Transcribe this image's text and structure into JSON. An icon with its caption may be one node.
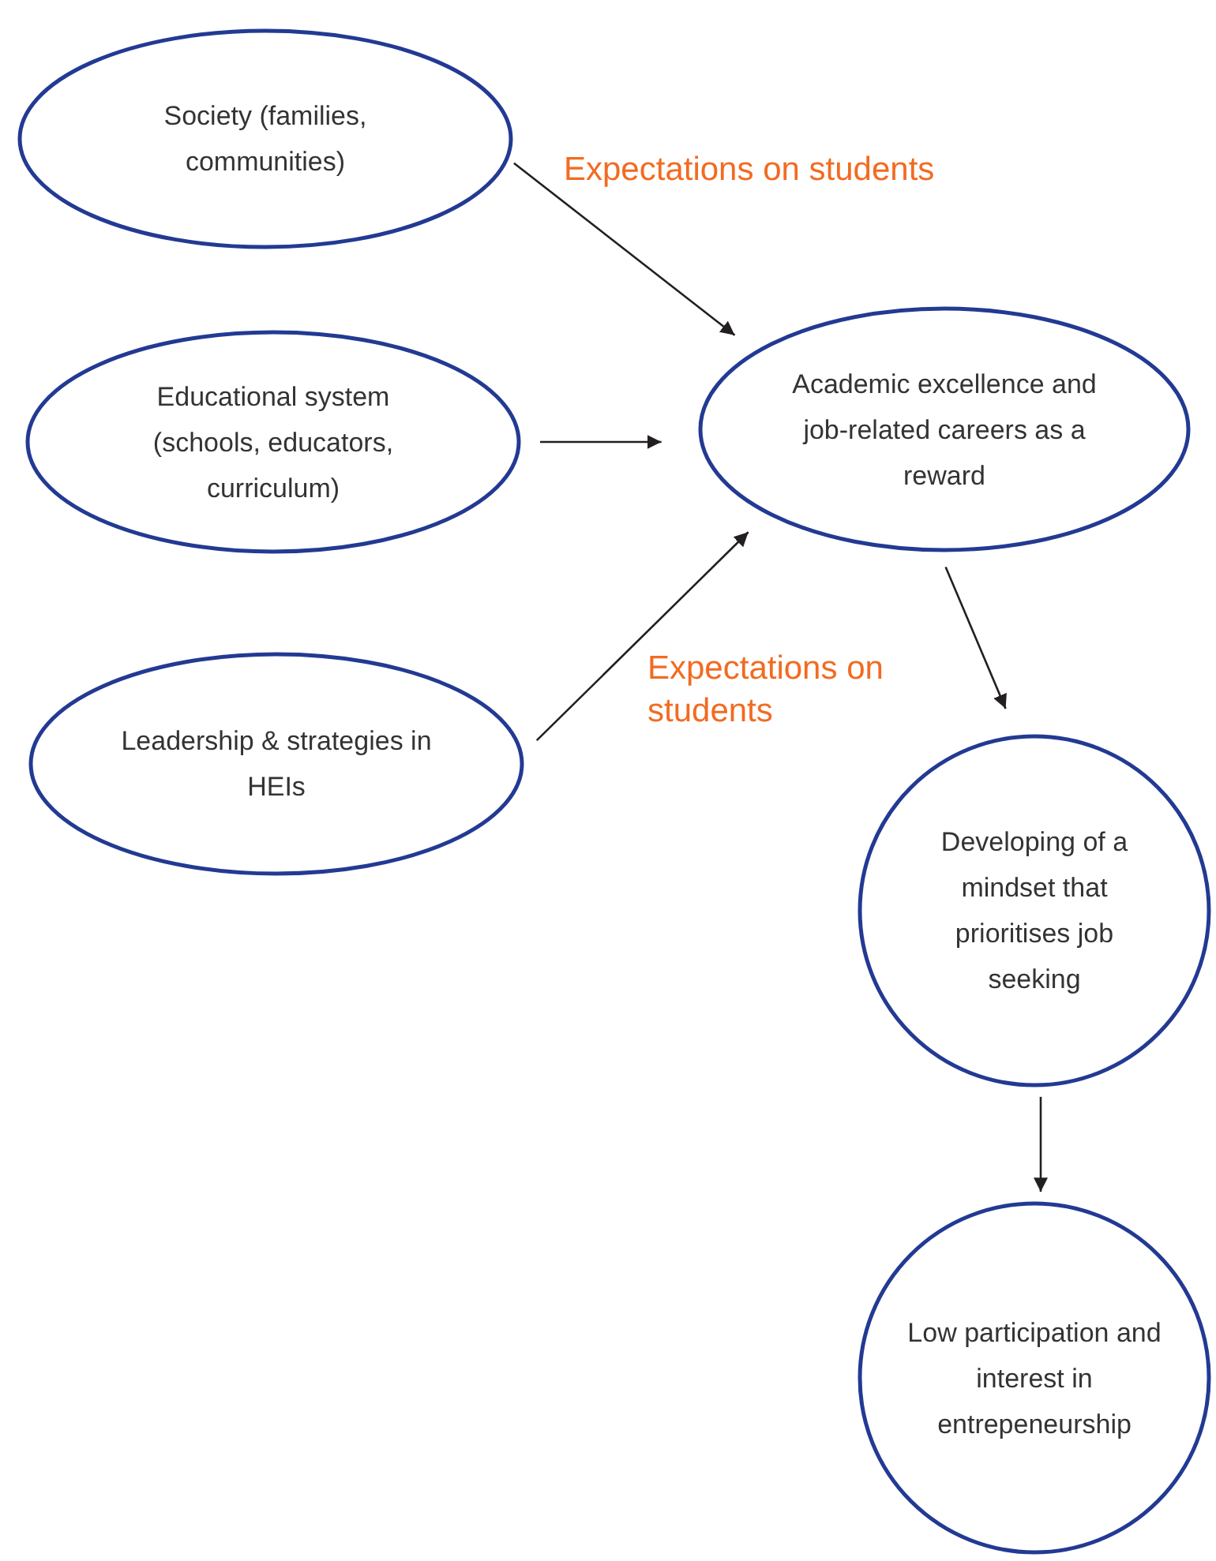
{
  "diagram": {
    "nodes": [
      {
        "text": [
          "Society (families, communities)"
        ]
      },
      {
        "text": [
          "Educational system (schools, educators, curriculum)"
        ]
      },
      {
        "text": [
          "Leadership & strategies in HEIs"
        ]
      },
      {
        "text": [
          "Academic excellence and job-related careers as a reward"
        ]
      },
      {
        "text": [
          "Developing of a mindset that prioritises job seeking"
        ]
      },
      {
        "text": [
          "Low participation and interest in entrepeneurship"
        ]
      }
    ],
    "edges": [
      {
        "from": 0,
        "to": 3,
        "arrow": "to",
        "label": "Expectations on students"
      },
      {
        "from": 1,
        "to": 3,
        "arrow": "to"
      },
      {
        "from": 2,
        "to": 3,
        "arrow": "to",
        "label": "Expectations on students"
      },
      {
        "from": 3,
        "to": 4,
        "arrow": "to"
      },
      {
        "from": 4,
        "to": 5,
        "arrow": "to"
      }
    ]
  }
}
